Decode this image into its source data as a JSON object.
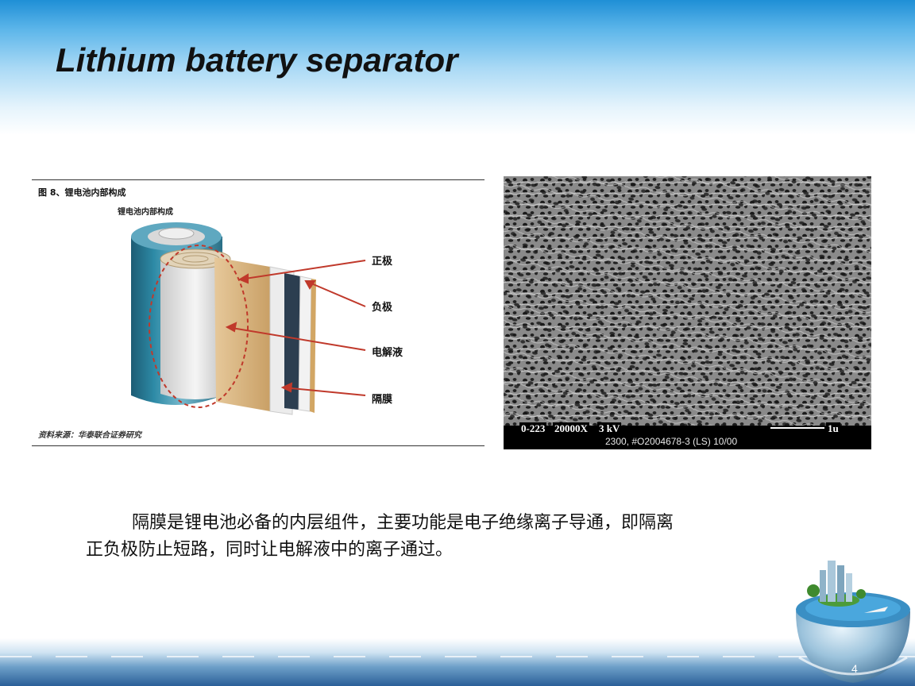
{
  "slide": {
    "title": "Lithium battery separator",
    "page_number": "4"
  },
  "figure_left": {
    "caption": "图 8、锂电池内部构成",
    "subcaption": "锂电池内部构成",
    "source": "资料来源：华泰联合证券研究",
    "labels": [
      "正极",
      "负极",
      "电解液",
      "隔膜"
    ]
  },
  "figure_right": {
    "info_left": "0-223",
    "magnification": "20000X",
    "voltage": "3 kV",
    "scale_label": "1u",
    "bottom_text": "2300, #O2004678-3    (LS) 10/00"
  },
  "body": {
    "line1": "隔膜是锂电池必备的内层组件，主要功能是电子绝缘离子导通，即隔离",
    "line2": "正负极防止短路，同时让电解液中的离子通过。"
  },
  "colors": {
    "top_band": "#1f8fd6",
    "arrow": "#c0392b"
  }
}
